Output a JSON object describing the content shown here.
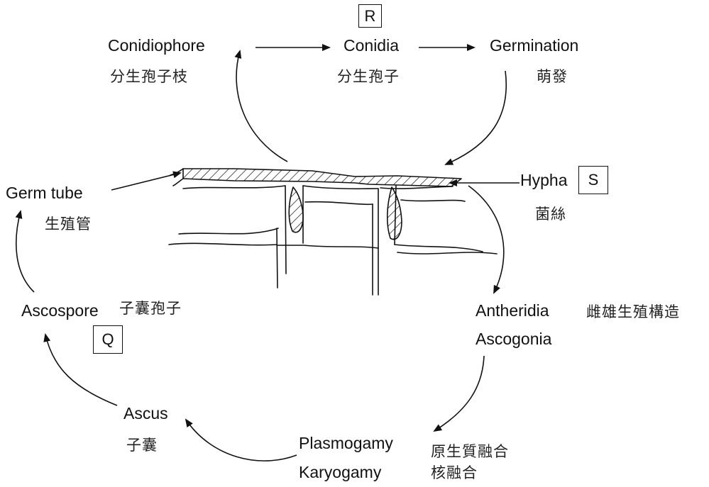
{
  "stages": {
    "conidiophore": {
      "en": "Conidiophore",
      "zh": "分生孢子枝"
    },
    "conidia": {
      "en": "Conidia",
      "zh": "分生孢子"
    },
    "germination": {
      "en": "Germination",
      "zh": "萌發"
    },
    "hypha": {
      "en": "Hypha",
      "zh": "菌絲"
    },
    "germ_tube": {
      "en": "Germ tube",
      "zh": "生殖管"
    },
    "ascospore": {
      "en": "Ascospore",
      "zh": "子囊孢子"
    },
    "antheridia_ascogonia": {
      "en_line1": "Antheridia",
      "en_line2": "Ascogonia",
      "zh": "雌雄生殖構造"
    },
    "ascus": {
      "en": "Ascus",
      "zh": "子囊"
    },
    "plasmogamy_karyogamy": {
      "en_line1": "Plasmogamy",
      "en_line2": "Karyogamy",
      "zh_line1": "原生質融合",
      "zh_line2": "核融合"
    }
  },
  "markers": {
    "R": "R",
    "S": "S",
    "Q": "Q"
  },
  "colors": {
    "line": "#111111",
    "background": "#ffffff"
  }
}
